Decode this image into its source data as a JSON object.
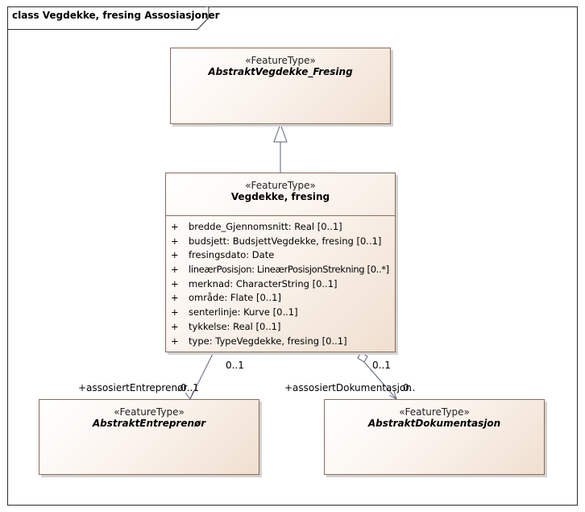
{
  "diagram": {
    "title": "class Vegdekke, fresing Assosiasjoner"
  },
  "classes": {
    "abstract_vegdekke_fresing": {
      "stereotype": "«FeatureType»",
      "name": "AbstraktVegdekke_Fresing"
    },
    "vegdekke_fresing": {
      "stereotype": "«FeatureType»",
      "name": "Vegdekke, fresing",
      "attributes": [
        {
          "visibility": "+",
          "text": "bredde_Gjennomsnitt: Real [0..1]"
        },
        {
          "visibility": "+",
          "text": "budsjett: BudsjettVegdekke, fresing [0..1]"
        },
        {
          "visibility": "+",
          "text": "fresingsdato: Date"
        },
        {
          "visibility": "+",
          "text": "lineærPosisjon: LineærPosisjonStrekning [0..*]"
        },
        {
          "visibility": "+",
          "text": "merknad: CharacterString [0..1]"
        },
        {
          "visibility": "+",
          "text": "område: Flate [0..1]"
        },
        {
          "visibility": "+",
          "text": "senterlinje: Kurve [0..1]"
        },
        {
          "visibility": "+",
          "text": "tykkelse: Real [0..1]"
        },
        {
          "visibility": "+",
          "text": "type: TypeVegdekke, fresing [0..1]"
        }
      ]
    },
    "abstrakt_entreprenor": {
      "stereotype": "«FeatureType»",
      "name": "AbstraktEntreprenør"
    },
    "abstrakt_dokumentasjon": {
      "stereotype": "«FeatureType»",
      "name": "AbstraktDokumentasjon"
    }
  },
  "associations": {
    "entreprenor": {
      "source_multiplicity": "0..1",
      "role": "+assosiertEntreprenør",
      "target_multiplicity": "0..1"
    },
    "dokumentasjon": {
      "source_multiplicity": "0..1",
      "role": "+assosiertDokumentasjon",
      "target_multiplicity": "0.."
    }
  }
}
